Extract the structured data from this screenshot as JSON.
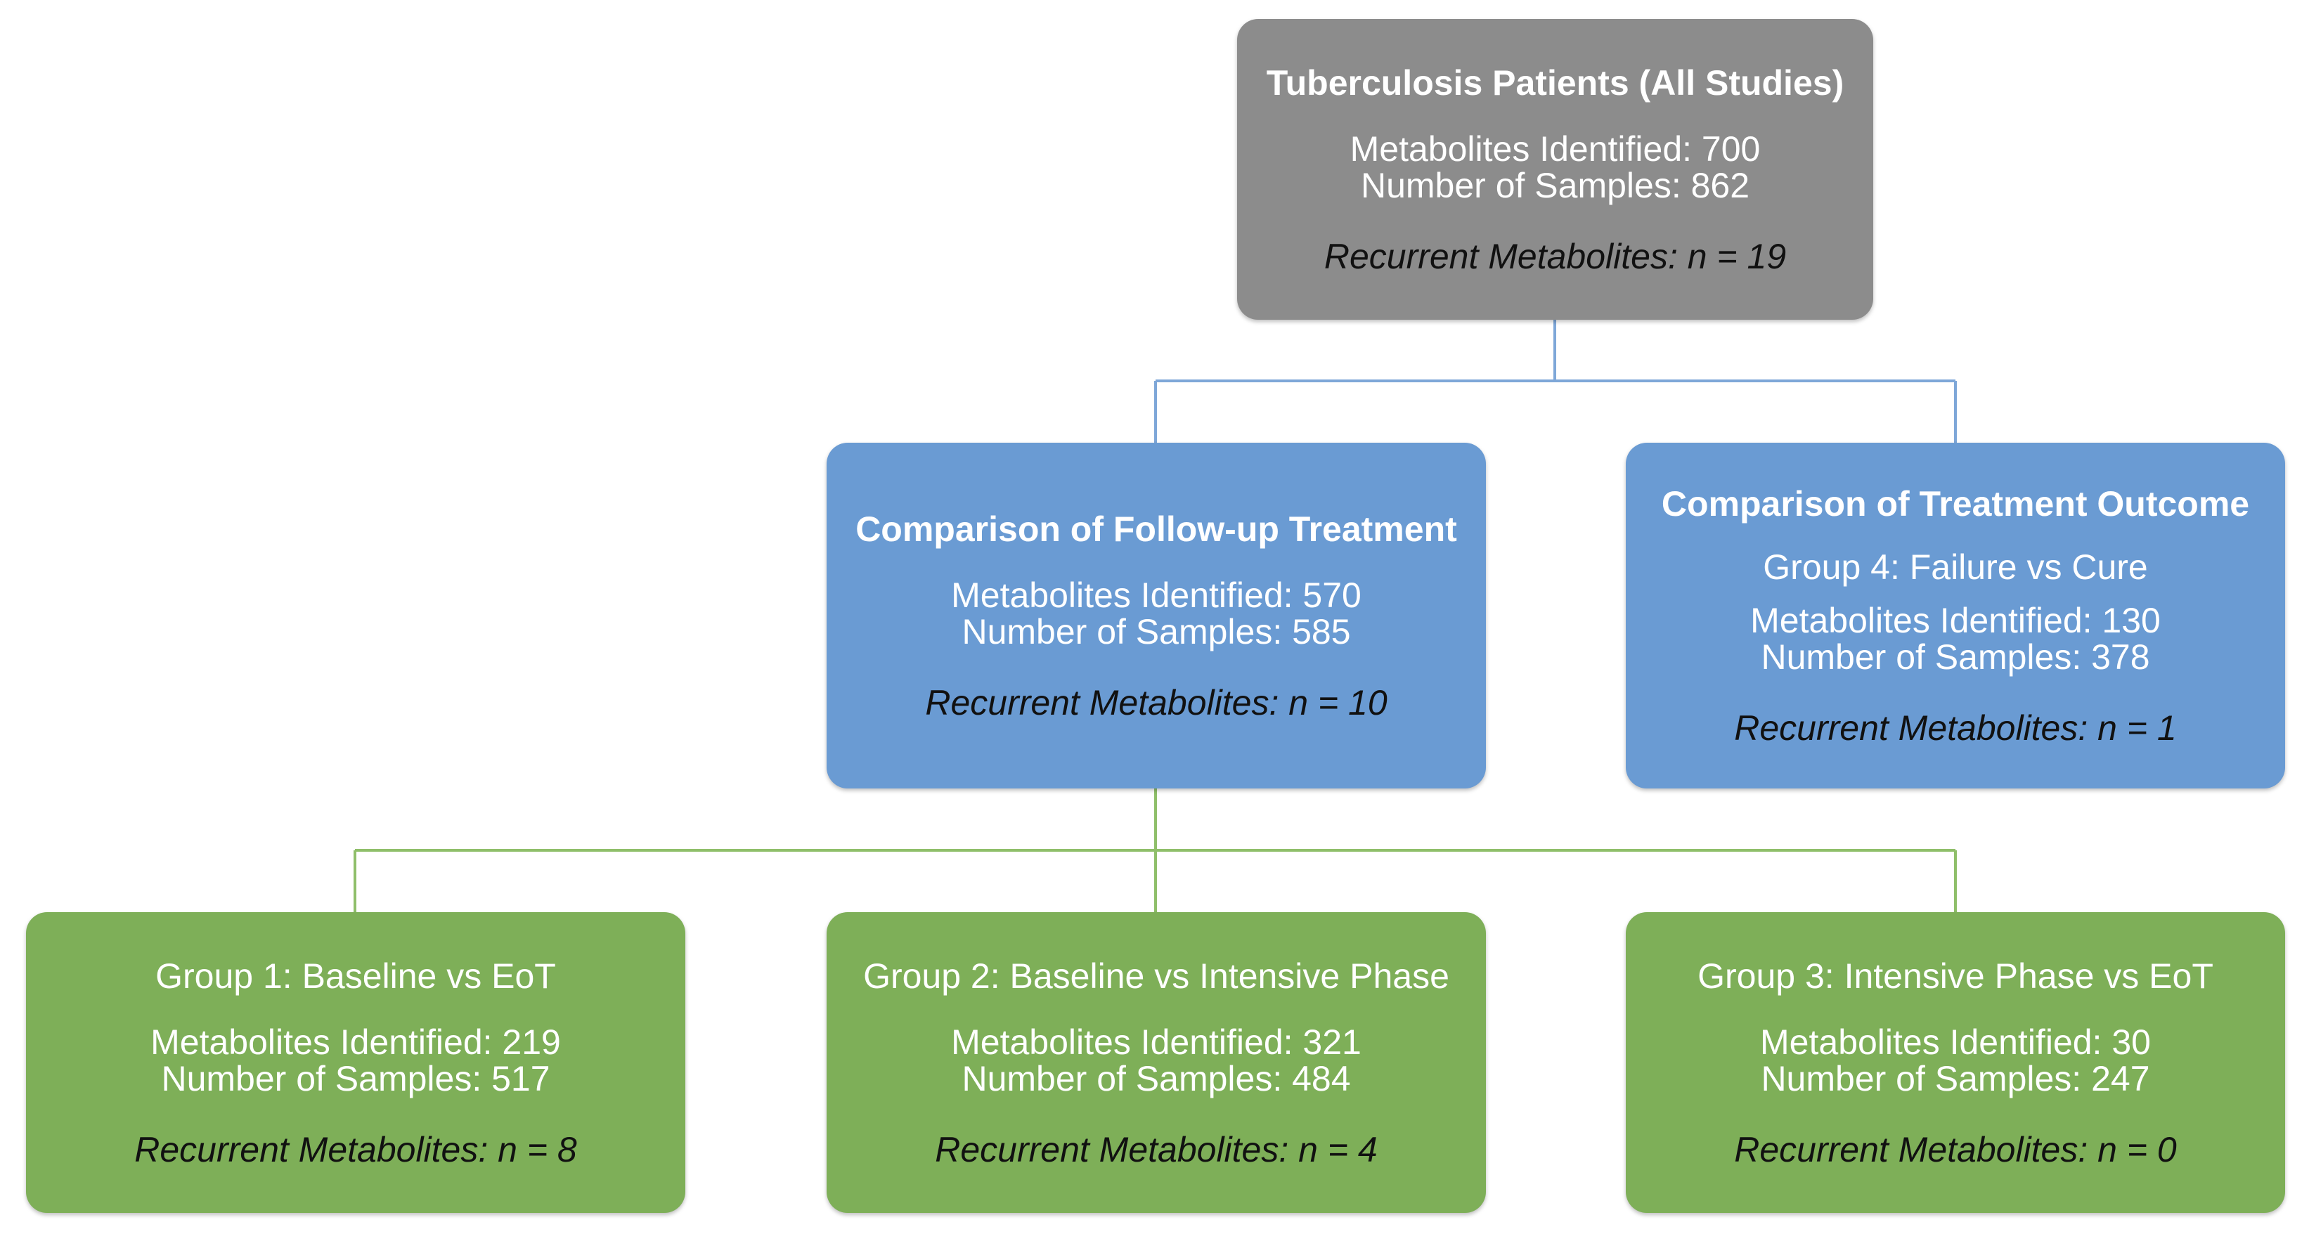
{
  "diagram": {
    "root": {
      "title": "Tuberculosis Patients (All Studies)",
      "metabolites": "Metabolites Identified: 700",
      "samples": "Number of Samples: 862",
      "recurrent": "Recurrent Metabolites: n = 19"
    },
    "followup": {
      "title": "Comparison of Follow-up Treatment",
      "metabolites": "Metabolites Identified: 570",
      "samples": "Number of Samples: 585",
      "recurrent": "Recurrent Metabolites: n = 10"
    },
    "outcome": {
      "title": "Comparison of Treatment Outcome",
      "group": "Group 4: Failure vs Cure",
      "metabolites": "Metabolites Identified: 130",
      "samples": "Number of Samples: 378",
      "recurrent": "Recurrent Metabolites: n = 1"
    },
    "group1": {
      "title": "Group 1: Baseline vs EoT",
      "metabolites": "Metabolites Identified: 219",
      "samples": "Number of Samples: 517",
      "recurrent": "Recurrent Metabolites: n = 8"
    },
    "group2": {
      "title": "Group 2: Baseline vs Intensive Phase",
      "metabolites": "Metabolites Identified: 321",
      "samples": "Number of Samples: 484",
      "recurrent": "Recurrent Metabolites: n = 4"
    },
    "group3": {
      "title": "Group 3: Intensive Phase vs EoT",
      "metabolites": "Metabolites Identified: 30",
      "samples": "Number of Samples: 247",
      "recurrent": "Recurrent Metabolites: n = 0"
    }
  },
  "colors": {
    "root": "#8c8c8c",
    "comparison": "#6a9bd3",
    "group": "#7eaf58",
    "connector_blue": "#7ea7d8",
    "connector_green": "#8fbf6a"
  }
}
